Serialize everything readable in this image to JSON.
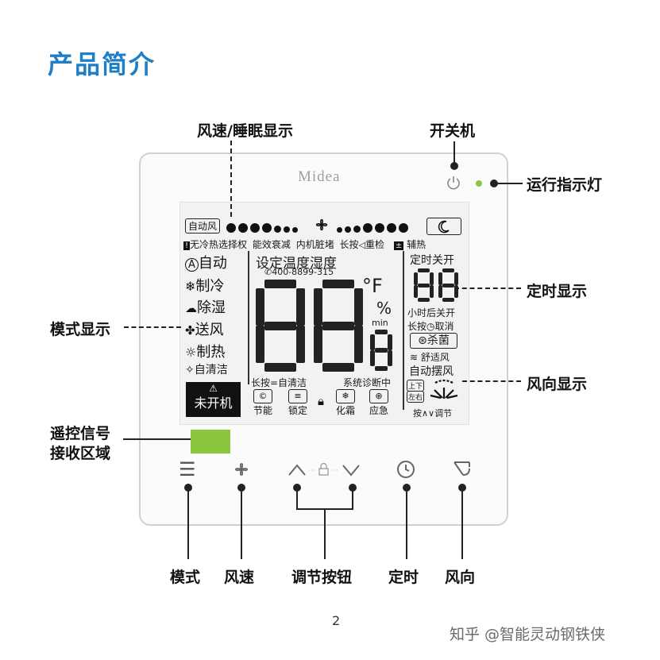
{
  "title": "产品简介",
  "brand": "Midea",
  "callouts": {
    "fan_speed_sleep": "风速/睡眠显示",
    "power": "开关机",
    "indicator": "运行指示灯",
    "timer_display": "定时显示",
    "mode_display": "模式显示",
    "airflow_display": "风向显示",
    "remote_receiver_line1": "遥控信号",
    "remote_receiver_line2": "接收区域"
  },
  "buttons": {
    "mode": "模式",
    "fan": "风速",
    "adjust": "调节按钮",
    "timer": "定时",
    "direction": "风向"
  },
  "lcd": {
    "auto_fan": "自动风",
    "status_row": {
      "no_cool_heat": "无冷热选择权",
      "efficiency_drop": "能效衰减",
      "unit_dirty": "内机脏堵",
      "long_press_recheck": "长按",
      "recheck": "重检",
      "aux_heat": "辅热"
    },
    "modes": [
      "自动",
      "制冷",
      "除湿",
      "送风",
      "制热"
    ],
    "self_clean": "自清洁",
    "not_on": "未开机",
    "set_temp_humidity": "设定温度湿度",
    "phone": "400-8899-315",
    "main_digits": "88",
    "sub_digit": "8",
    "unit_f": "°F",
    "unit_percent": "%",
    "unit_min": "min",
    "long_press_clean": "长按=自清洁",
    "diagnosing": "系统诊断中",
    "timer_on_off": "定时关开",
    "timer_digits": "88",
    "hours_later": "小时后关开",
    "long_press_cancel": "长按",
    "cancel": "取消",
    "sterilize": "杀菌",
    "comfort_wind": "舒适风",
    "auto_swing": "自动摆风",
    "up_down": "上下",
    "left_right": "左右",
    "press_adjust": "按",
    "adjust": "调节",
    "bottom_icons": [
      "节能",
      "锁定",
      "化霜",
      "应急"
    ]
  },
  "page_number": "2",
  "watermark": "知乎 @智能灵动钢铁侠"
}
